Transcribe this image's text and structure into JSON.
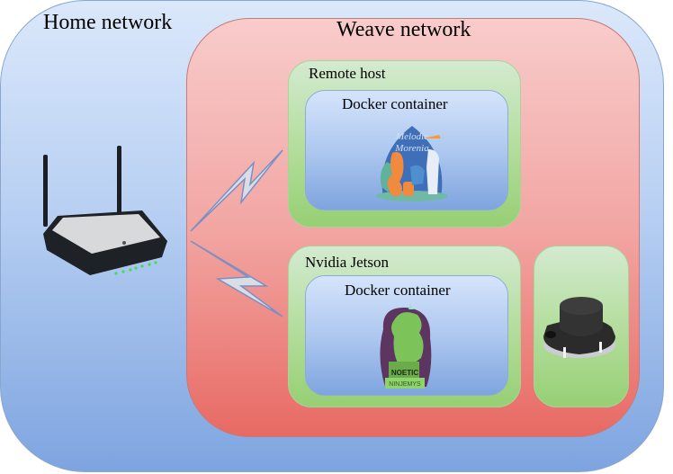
{
  "diagram": {
    "home_network": {
      "label": "Home network",
      "color": "#b7cff2"
    },
    "weave_network": {
      "label": "Weave network",
      "color": "#f2a6a3"
    },
    "remote_host": {
      "label": "Remote host",
      "container": {
        "label": "Docker container",
        "logo": "ros-melodic-morenia-logo",
        "logo_text": [
          "Melodic",
          "Morenia"
        ]
      }
    },
    "nvidia_jetson": {
      "label": "Nvidia Jetson",
      "container": {
        "label": "Docker container",
        "logo": "ros-noetic-ninjemys-logo",
        "logo_text": [
          "NOETIC",
          "NINJEMYS"
        ]
      }
    },
    "sensor": {
      "icon": "lidar-sensor-icon"
    },
    "router": {
      "icon": "wifi-router-icon"
    },
    "links": [
      {
        "from": "router",
        "to": "remote_host",
        "icon": "lightning-bolt-icon"
      },
      {
        "from": "router",
        "to": "nvidia_jetson",
        "icon": "lightning-bolt-icon"
      }
    ],
    "colors": {
      "host_green": "#b5de9e",
      "docker_blue": "#aec8f0",
      "bolt_fill": "#d8dde6",
      "bolt_stroke": "#7b8fc2"
    }
  }
}
